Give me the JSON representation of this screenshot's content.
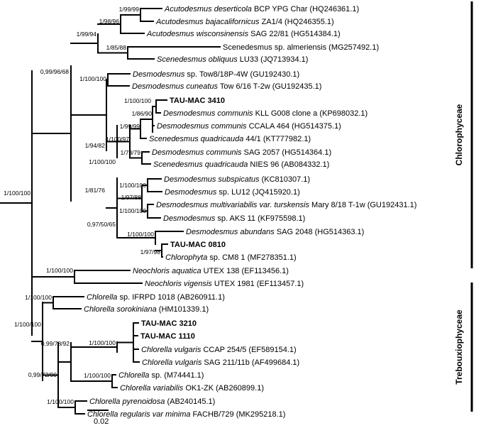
{
  "tree": {
    "leaves": [
      {
        "id": "L1",
        "species": "Acutodesmus deserticola",
        "strain": " BCP YPG Char (HQ246361.1)",
        "bold": false
      },
      {
        "id": "L2",
        "species": "Acutodesmus bajacalifornicus",
        "strain": " ZA1/4 (HQ246355.1)",
        "bold": false
      },
      {
        "id": "L3",
        "species": "Acutodesmus wisconsinensis",
        "strain": " SAG 22/81 (HG514384.1)",
        "bold": false
      },
      {
        "id": "L4",
        "species": "",
        "strain": "Scenedesmus sp. almeriensis (MG257492.1)",
        "bold": false
      },
      {
        "id": "L5",
        "species": "Scenedesmus obliquus",
        "strain": " LU33 (JQ713934.1)",
        "bold": false
      },
      {
        "id": "L6",
        "species": "Desmodesmus",
        "strain": " sp. Tow8/18P-4W (GU192430.1)",
        "bold": false
      },
      {
        "id": "L7",
        "species": "Desmodesmus cuneatus",
        "strain": " Tow 6/16 T-2w (GU192435.1)",
        "bold": false
      },
      {
        "id": "L8",
        "species": "",
        "strain": "TAU-MAC 3410",
        "bold": true
      },
      {
        "id": "L9",
        "species": "Desmodesmus communis",
        "strain": " KLL G008 clone a (KP698032.1)",
        "bold": false
      },
      {
        "id": "L10",
        "species": "Desmodesmus communis",
        "strain": " CCALA 464 (HG514375.1)",
        "bold": false
      },
      {
        "id": "L11",
        "species": "Scenedesmus quadricauda",
        "strain": " 44/1 (KT777982.1)",
        "bold": false
      },
      {
        "id": "L12",
        "species": "Desmodesmus communis",
        "strain": " SAG 2057 (HG514364.1)",
        "bold": false
      },
      {
        "id": "L13",
        "species": "Scenedesmus quadricauda",
        "strain": " NIES 96 (AB084332.1)",
        "bold": false
      },
      {
        "id": "L14",
        "species": "Desmodesmus subspicatus",
        "strain": " (KC810307.1)",
        "bold": false
      },
      {
        "id": "L15",
        "species": "Desmodesmus",
        "strain": " sp. LU12 (JQ415920.1)",
        "bold": false
      },
      {
        "id": "L16",
        "species": "Desmodesmus multivariabilis var. turskensis",
        "strain": " Mary 8/18 T-1w (GU192431.1)",
        "bold": false
      },
      {
        "id": "L17",
        "species": "Desmodesmus",
        "strain": " sp. AKS 11 (KF975598.1)",
        "bold": false
      },
      {
        "id": "L18",
        "species": "Desmodesmus abundans",
        "strain": " SAG 2048 (HG514363.1)",
        "bold": false
      },
      {
        "id": "L19",
        "species": "",
        "strain": "TAU-MAC 0810",
        "bold": true
      },
      {
        "id": "L20",
        "species": "Chlorophyta",
        "strain": " sp. CM8 1 (MF278351.1)",
        "bold": false
      },
      {
        "id": "L21",
        "species": "Neochloris aquatica",
        "strain": " UTEX 138 (EF113456.1)",
        "bold": false
      },
      {
        "id": "L22",
        "species": "Neochloris vigensis",
        "strain": " UTEX 1981 (EF113457.1)",
        "bold": false
      },
      {
        "id": "L23",
        "species": "Chlorella",
        "strain": " sp. IFRPD 1018 (AB260911.1)",
        "bold": false
      },
      {
        "id": "L24",
        "species": "Chlorella sorokiniana",
        "strain": " (HM101339.1)",
        "bold": false
      },
      {
        "id": "L25",
        "species": "",
        "strain": "TAU-MAC 3210",
        "bold": true
      },
      {
        "id": "L26",
        "species": "",
        "strain": "TAU-MAC 1110",
        "bold": true
      },
      {
        "id": "L27",
        "species": "Chlorella vulgaris",
        "strain": " CCAP 254/5 (EF589154.1)",
        "bold": false
      },
      {
        "id": "L28",
        "species": "Chlorella vulgaris",
        "strain": " SAG 211/11b (AF499684.1)",
        "bold": false
      },
      {
        "id": "L29",
        "species": "Chlorella",
        "strain": " sp. (M74441.1)",
        "bold": false
      },
      {
        "id": "L30",
        "species": "Chlorella variabilis",
        "strain": " OK1-ZK (AB260899.1)",
        "bold": false
      },
      {
        "id": "L31",
        "species": "Chlorella pyrenoidosa",
        "strain": " (AB240145.1)",
        "bold": false
      },
      {
        "id": "L32",
        "species": "Chlorella regularis var minima",
        "strain": " FACHB/729 (MK295218.1)",
        "bold": false
      }
    ],
    "support_values": [
      {
        "id": "s1",
        "text": "1/99/99"
      },
      {
        "id": "s2",
        "text": "1/98/96"
      },
      {
        "id": "s3",
        "text": "1/99/94"
      },
      {
        "id": "s4",
        "text": "1/85/88"
      },
      {
        "id": "s5",
        "text": "0,99/96/68"
      },
      {
        "id": "s6",
        "text": "1/100/100"
      },
      {
        "id": "s7",
        "text": "1/100/100"
      },
      {
        "id": "s8",
        "text": "1/86/90"
      },
      {
        "id": "s9",
        "text": "1/99/99"
      },
      {
        "id": "s10",
        "text": "1/100/97"
      },
      {
        "id": "s11",
        "text": "1/94/82"
      },
      {
        "id": "s12",
        "text": "1/73/79"
      },
      {
        "id": "s13",
        "text": "1/100/100"
      },
      {
        "id": "s14",
        "text": "1/81/76"
      },
      {
        "id": "s15",
        "text": "1/100/100"
      },
      {
        "id": "s16",
        "text": "1/97/88"
      },
      {
        "id": "s17",
        "text": "1/100/100"
      },
      {
        "id": "s18",
        "text": "0,97/50/65"
      },
      {
        "id": "s19",
        "text": "1/100/100"
      },
      {
        "id": "s20",
        "text": "1/97/98"
      },
      {
        "id": "s21",
        "text": "1/100/100"
      },
      {
        "id": "s22",
        "text": "1/100/100"
      },
      {
        "id": "s23",
        "text": "1/100/100"
      },
      {
        "id": "s24",
        "text": "1/100/100"
      },
      {
        "id": "s25",
        "text": "0,99/78/92"
      },
      {
        "id": "s26",
        "text": "1/100/100"
      },
      {
        "id": "s27",
        "text": "1/100/100"
      },
      {
        "id": "s28",
        "text": "0,99/72/90"
      },
      {
        "id": "s29",
        "text": "1/100/100"
      }
    ],
    "clades": [
      {
        "id": "chlorophyceae",
        "label": "Chlorophyceae"
      },
      {
        "id": "trebouxiophyceae",
        "label": "Trebouxiophyceae"
      }
    ],
    "scale_bar": {
      "label": "0.02"
    }
  }
}
